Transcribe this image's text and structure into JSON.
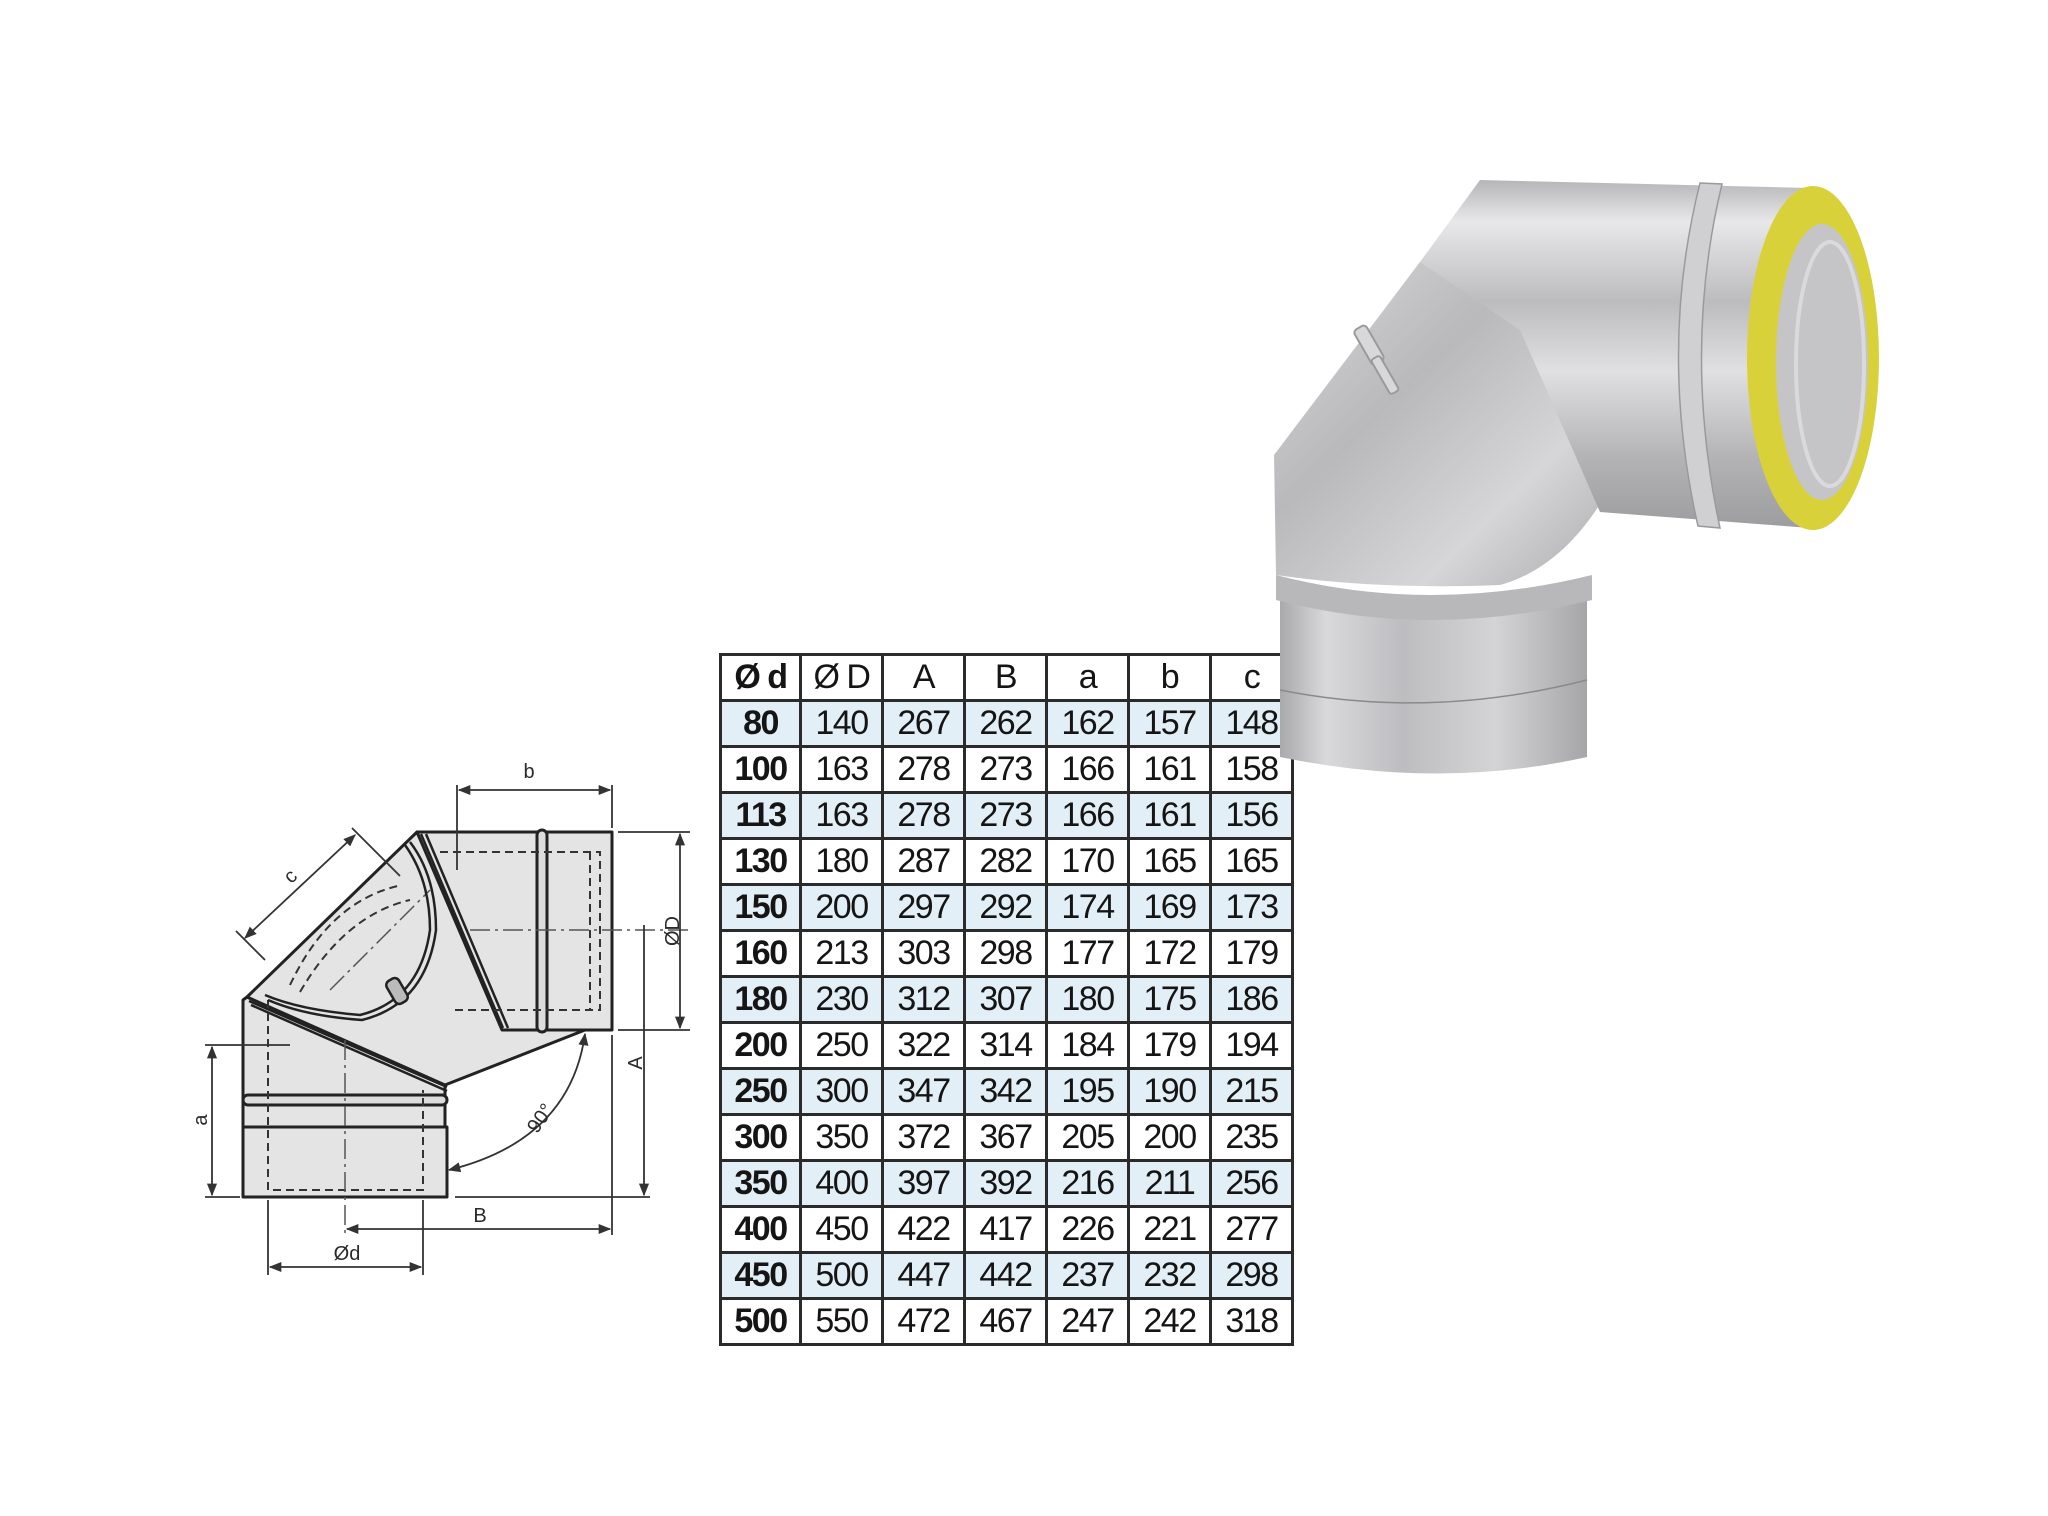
{
  "diagram": {
    "labels": {
      "b": "b",
      "c": "c",
      "dD": "ØD",
      "A": "A",
      "a": "a",
      "angle": "90°",
      "B": "B",
      "dd": "Ød"
    }
  },
  "table": {
    "headers": [
      "Ø d",
      "Ø D",
      "A",
      "B",
      "a",
      "b",
      "c"
    ],
    "rows": [
      [
        "80",
        "140",
        "267",
        "262",
        "162",
        "157",
        "148"
      ],
      [
        "100",
        "163",
        "278",
        "273",
        "166",
        "161",
        "158"
      ],
      [
        "113",
        "163",
        "278",
        "273",
        "166",
        "161",
        "156"
      ],
      [
        "130",
        "180",
        "287",
        "282",
        "170",
        "165",
        "165"
      ],
      [
        "150",
        "200",
        "297",
        "292",
        "174",
        "169",
        "173"
      ],
      [
        "160",
        "213",
        "303",
        "298",
        "177",
        "172",
        "179"
      ],
      [
        "180",
        "230",
        "312",
        "307",
        "180",
        "175",
        "186"
      ],
      [
        "200",
        "250",
        "322",
        "314",
        "184",
        "179",
        "194"
      ],
      [
        "250",
        "300",
        "347",
        "342",
        "195",
        "190",
        "215"
      ],
      [
        "300",
        "350",
        "372",
        "367",
        "205",
        "200",
        "235"
      ],
      [
        "350",
        "400",
        "397",
        "392",
        "216",
        "211",
        "256"
      ],
      [
        "400",
        "450",
        "422",
        "417",
        "226",
        "221",
        "277"
      ],
      [
        "450",
        "500",
        "447",
        "442",
        "237",
        "232",
        "298"
      ],
      [
        "500",
        "550",
        "472",
        "467",
        "247",
        "242",
        "318"
      ]
    ],
    "shade_color": "#e3eff7",
    "border_color": "#2b2b2b"
  },
  "photo": {
    "subject": "90-degree insulated stainless steel chimney elbow",
    "insulation_color": "#d9d13a",
    "steel_color": "#c9c9cb"
  }
}
